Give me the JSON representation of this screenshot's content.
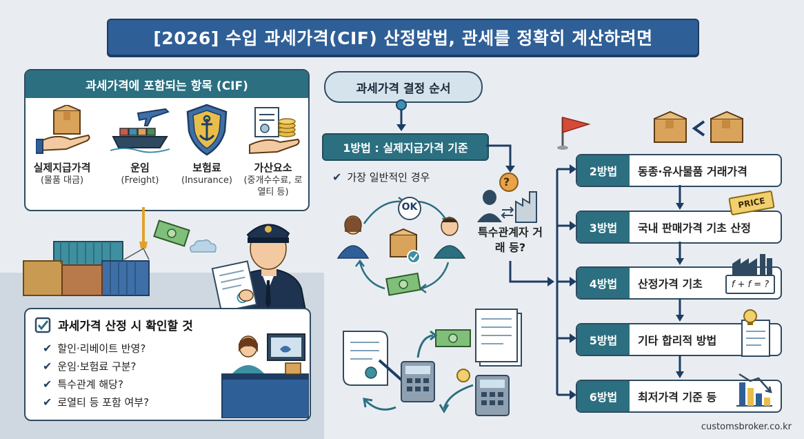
{
  "title": "[2026] 수입 과세가격(CIF) 산정방법, 관세를 정확히 계산하려면",
  "cif_panel": {
    "heading": "과세가격에 포함되는 항목 (CIF)",
    "items": [
      {
        "label": "실제지급가격",
        "sub": "(물품 대금)"
      },
      {
        "label": "운임",
        "sub": "(Freight)"
      },
      {
        "label": "보험료",
        "sub": "(Insurance)"
      },
      {
        "label": "가산요소",
        "sub": "(중개수수료, 로열티 등)"
      }
    ]
  },
  "checklist": {
    "heading": "과세가격 산정 시 확인할 것",
    "items": [
      "할인·리베이트 반영?",
      "운임·보험료 구분?",
      "특수관계 해당?",
      "로열티 등 포함 여부?"
    ]
  },
  "order": {
    "heading": "과세가격 결정 순서",
    "method1": "1방법 : 실제지급가격 기준",
    "common_case": "가장 일반적인 경우",
    "ok_badge": "OK",
    "special_case": "특수관계자 거래 등?",
    "price_tag": "PRICE",
    "formula": "f + f = ?"
  },
  "methods": [
    {
      "num": "2방법",
      "text": "동종·유사물품 거래가격"
    },
    {
      "num": "3방법",
      "text": "국내 판매가격 기초 산정"
    },
    {
      "num": "4방법",
      "text": "산정가격 기초"
    },
    {
      "num": "5방법",
      "text": "기타 합리적 방법"
    },
    {
      "num": "6방법",
      "text": "최저가격 기준 등"
    }
  ],
  "footer": "customsbroker.co.kr",
  "colors": {
    "primary": "#2f5f97",
    "teal": "#2b6f80",
    "border": "#2f4a60",
    "background": "#e9edf2"
  }
}
